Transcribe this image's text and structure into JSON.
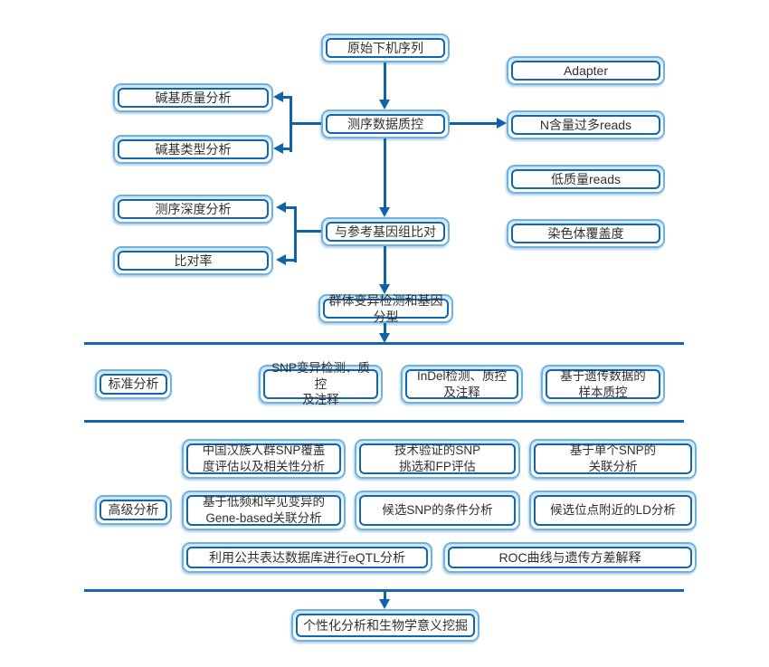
{
  "colors": {
    "box_outer_border": "#6fb2de",
    "box_inner_border": "#1565ad",
    "connector": "#0f63a9",
    "divider": "#1566ae",
    "text": "#303030"
  },
  "flow": {
    "raw": "原始下机序列",
    "qc": "测序数据质控",
    "align": "与参考基因组比对",
    "genotyping": "群体变异检测和基因分型",
    "base_quality": "碱基质量分析",
    "base_type": "碱基类型分析",
    "depth": "测序深度分析",
    "mapping_rate": "比对率",
    "adapter": "Adapter",
    "n_reads": "N含量过多reads",
    "low_quality_reads": "低质量reads",
    "chromosome_coverage": "染色体覆盖度"
  },
  "standard_section": {
    "label": "标准分析",
    "items": [
      "SNP变异检测、质控\n及注释",
      "InDel检测、质控\n及注释",
      "基于遗传数据的\n样本质控"
    ]
  },
  "advanced_section": {
    "label": "高级分析",
    "items": [
      "中国汉族人群SNP覆盖\n度评估以及相关性分析",
      "技术验证的SNP\n挑选和FP评估",
      "基于单个SNP的\n关联分析",
      "基于低频和罕见变异的\nGene-based关联分析",
      "候选SNP的条件分析",
      "候选位点附近的LD分析",
      "利用公共表达数据库进行eQTL分析",
      "ROC曲线与遗传方差解释"
    ]
  },
  "final": "个性化分析和生物学意义挖掘"
}
